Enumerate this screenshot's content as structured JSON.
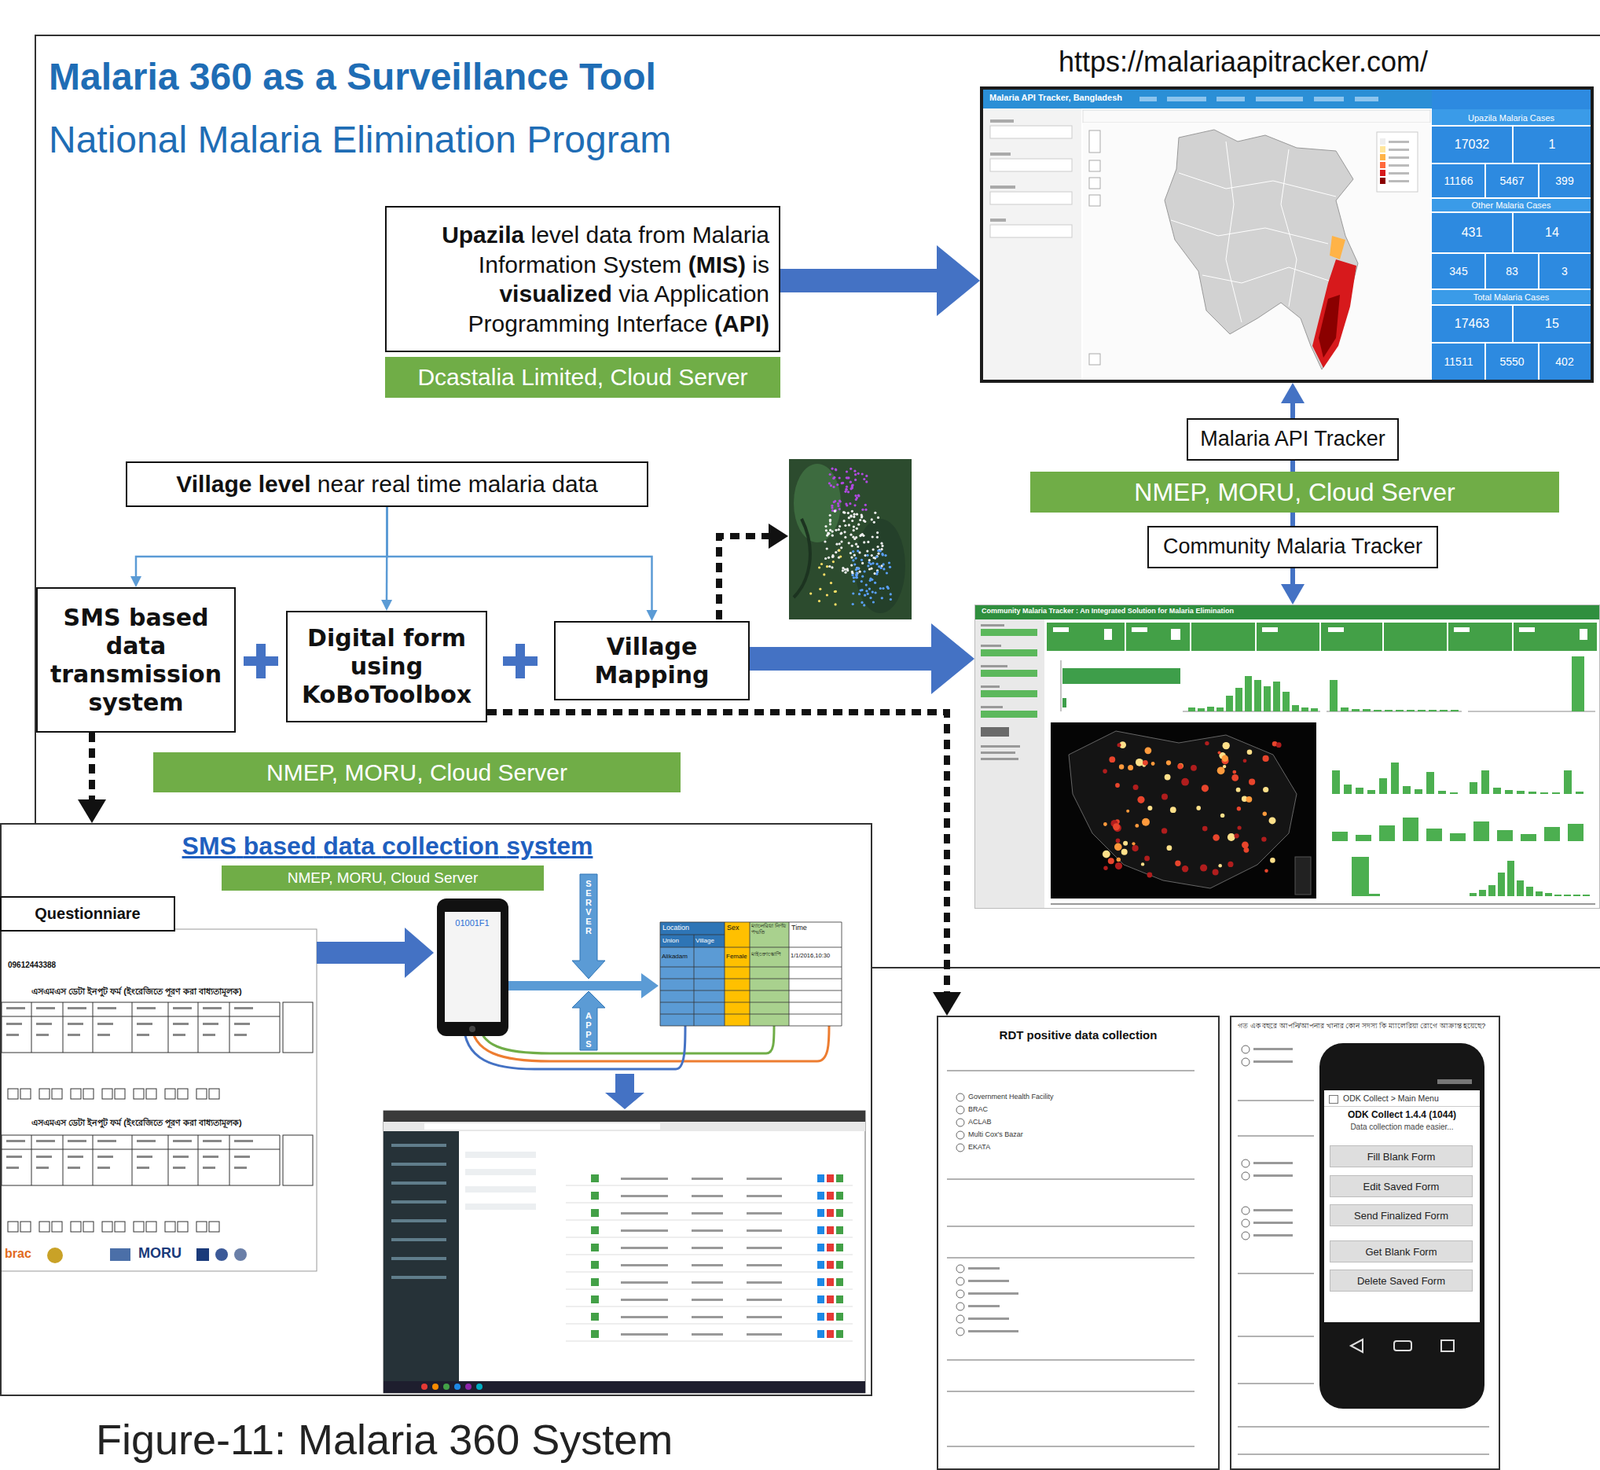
{
  "diagram": {
    "title": "Malaria 360 as a Surveillance Tool",
    "caption": "Figure-11: Malaria 360 System",
    "nodes": [
      {
        "text": [
          "Upazila level data from Malaria Information System (MIS) is visualized via Application Programming Interface (API)"
        ]
      },
      {
        "text": [
          "Dcastalia Limited, Cloud Server"
        ]
      },
      {
        "text": [
          "Malaria API Tracker, Bangladesh"
        ]
      },
      {
        "text": [
          "Malaria API Tracker"
        ]
      },
      {
        "text": [
          "NMEP, MORU, Cloud Server"
        ]
      },
      {
        "text": [
          "Community Malaria Tracker"
        ]
      },
      {
        "text": [
          "Community Malaria Tracker : An Integrated Solution for Malaria Elimination"
        ]
      },
      {
        "text": [
          "Village level near real time malaria data"
        ]
      },
      {
        "text": [
          "SMS based data transmission system"
        ]
      },
      {
        "text": [
          "Digital form using KoBoToolbox"
        ]
      },
      {
        "text": [
          "Village Mapping"
        ]
      },
      {
        "text": [
          "NMEP, MORU, Cloud Server"
        ]
      },
      {
        "text": [
          "SMS based data collection system"
        ]
      },
      {
        "text": [
          "NMEP, MORU, Cloud Server"
        ],
        "in": 12
      },
      {
        "text": [
          "Questionniare"
        ],
        "in": 12
      },
      {
        "text": [
          "RDT positive data collection"
        ]
      },
      {
        "text": [
          "গত এক বছরে আপনি/আপনার খানার কোন সদস্য কি ম্যালেরিয়া রোগে আক্রান্ত হয়েছে?"
        ]
      },
      {
        "text": [
          "ODK Collect > Main Menu",
          "ODK Collect 1.4.4 (1044)",
          "Data collection made easier..."
        ],
        "in": 16
      },
      {
        "text": [
          "Fill Blank Form"
        ],
        "in": 17
      },
      {
        "text": [
          "Edit Saved Form"
        ],
        "in": 17
      },
      {
        "text": [
          "Send Finalized Form"
        ],
        "in": 17
      },
      {
        "text": [
          "Get Blank Form"
        ],
        "in": 17
      },
      {
        "text": [
          "Delete Saved Form"
        ],
        "in": 17
      }
    ],
    "edges": [
      {
        "from": 0,
        "to": 2,
        "arrow": "to"
      },
      {
        "from": 4,
        "to": 3,
        "arrow": "none"
      },
      {
        "from": 3,
        "to": 2,
        "arrow": "to"
      },
      {
        "from": 4,
        "to": 5,
        "arrow": "none"
      },
      {
        "from": 5,
        "to": 6,
        "arrow": "to"
      },
      {
        "from": 7,
        "to": 8,
        "arrow": "to"
      },
      {
        "from": 7,
        "to": 9,
        "arrow": "to"
      },
      {
        "from": 7,
        "to": 10,
        "arrow": "to"
      },
      {
        "from": 10,
        "to": 6,
        "arrow": "to"
      },
      {
        "from": 8,
        "to": 12,
        "arrow": "to"
      },
      {
        "from": 9,
        "to": 15,
        "arrow": "to"
      }
    ],
    "labels": [
      "National Malaria Elimination Program",
      "https://malariaapitracker.com/",
      "Upazila Malaria Cases",
      "17032",
      "1",
      "11166",
      "5467",
      "399",
      "Other Malaria Cases",
      "431",
      "14",
      "345",
      "83",
      "3",
      "Total Malaria Cases",
      "17463",
      "15",
      "11511",
      "5550",
      "402",
      "09612443388",
      "এসএমএস ডেটা ইনপুট ফর্ম (ইংরেজিতে পূরণ করা বাধ্যতামূলক)",
      "এসএমএস ডেটা ইনপুট ফর্ম (ইংরেজিতে পূরণ করা বাধ্যতামূলক)",
      "brac",
      "MORU",
      "01001F1",
      "SERVER",
      "APPS",
      "Location",
      "Union",
      "Village",
      "Sex",
      "ম্যালেরিয়া নির্ণয় পদ্ধতি",
      "Time",
      "Alikadam",
      "Female",
      "মাইক্রোস্কোপি",
      "1/1/2016,10:30",
      "Government Health Facility",
      "BRAC",
      "ACLAB",
      "Multi Cox's Bazar",
      "EKATA"
    ]
  }
}
